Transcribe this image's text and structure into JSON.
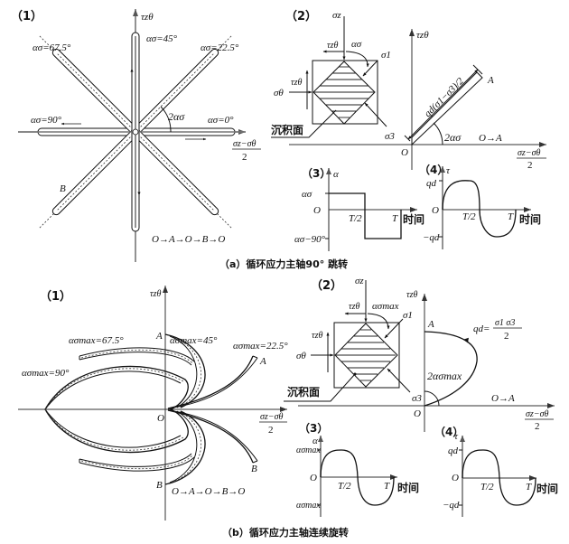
{
  "figure_a": {
    "caption": "（a）循环应力主轴90° 跳转",
    "panel1": {
      "label": "（1）",
      "axis_y": "τzθ",
      "axis_x_num": "σz−σθ",
      "axis_x_den": "2",
      "angle_label": "2ασ",
      "arms": [
        {
          "label": "ασ=0°"
        },
        {
          "label": "ασ=22.5°"
        },
        {
          "label": "ασ=45°"
        },
        {
          "label": "ασ=67.5°"
        },
        {
          "label": "ασ=90°"
        }
      ],
      "point_b": "B",
      "path": "O→A→O→B→O"
    },
    "panel2": {
      "label": "（2）",
      "sigma_z": "σz",
      "tau_top": "τzθ",
      "tau_left": "τzθ",
      "sigma_theta": "σθ",
      "alpha": "ασ",
      "sigma1": "σ1",
      "sigma3": "σ3",
      "bedding": "沉积面",
      "axis_y": "τzθ",
      "origin": "O",
      "vector_label": "qd(σ1−σ3)/2",
      "point_a": "A",
      "angle_label": "2ασ",
      "path": "O→A",
      "axis_x_num": "σz−σθ",
      "axis_x_den": "2"
    },
    "panel3": {
      "label": "（3）",
      "axis_y": "α",
      "y_top": "ασ",
      "y_zero": "O",
      "y_bottom": "ασ−90°",
      "x_half": "T/2",
      "x_end": "T",
      "x_axis": "时间"
    },
    "panel4": {
      "label": "（4）",
      "axis_y": "τ",
      "y_top": "qd",
      "y_zero": "O",
      "y_bottom": "−qd",
      "x_half": "T/2",
      "x_end": "T",
      "x_axis": "时间"
    }
  },
  "figure_b": {
    "caption": "（b）循环应力主轴连续旋转",
    "panel1": {
      "label": "（1）",
      "axis_y": "τzθ",
      "axis_x_num": "σz−σθ",
      "axis_x_den": "2",
      "origin": "O",
      "loops": [
        {
          "label": "ασmax=22.5°"
        },
        {
          "label": "ασmax=45°"
        },
        {
          "label": "ασmax=67.5°"
        },
        {
          "label": "ασmax=90°"
        }
      ],
      "point_a": "A",
      "point_b": "B",
      "path": "O→A→O→B→O"
    },
    "panel2": {
      "label": "（2）",
      "sigma_z": "σz",
      "tau_top": "τzθ",
      "tau_left": "τzθ",
      "sigma_theta": "σθ",
      "alpha": "ασmax",
      "sigma1": "σ1",
      "sigma3": "σ3",
      "bedding": "沉积面",
      "axis_y": "τzθ",
      "origin": "O",
      "point_a": "A",
      "qd_formula_lhs": "qd=",
      "qd_formula_num": "σ1  σ3",
      "qd_formula_den": "2",
      "angle_label": "2ασmax",
      "path": "O→A",
      "axis_x_num": "σz−σθ",
      "axis_x_den": "2"
    },
    "panel3": {
      "label": "（3）",
      "axis_y": "α",
      "y_top": "ασmax",
      "y_zero": "O",
      "y_bottom": "ασmax",
      "x_half": "T/2",
      "x_end": "T",
      "x_axis": "时间"
    },
    "panel4": {
      "label": "（4）",
      "axis_y": "τ",
      "y_top": "qd",
      "y_zero": "O",
      "y_bottom": "−qd",
      "x_half": "T/2",
      "x_end": "T",
      "x_axis": "时间"
    }
  }
}
